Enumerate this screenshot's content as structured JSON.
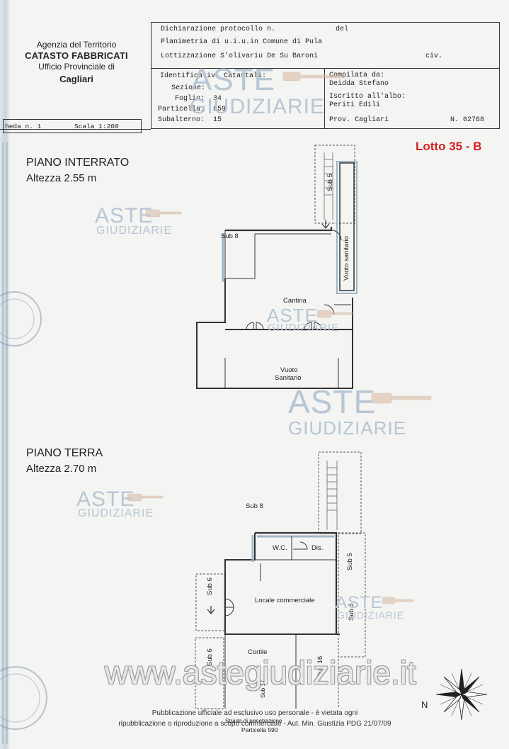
{
  "header": {
    "agency_line1": "Agenzia del Territorio",
    "agency_line2": "CATASTO FABBRICATI",
    "agency_line3": "Ufficio Provinciale di",
    "agency_line4": "Cagliari",
    "dichiarazione": "Dichiarazione protocollo n.",
    "del": "del",
    "planimetria": "Planimetria di u.i.u.in Comune di Pula",
    "lottizzazione": "Lottizzazione S'olivariu De Su Baroni",
    "civ": "civ.",
    "identificativi": "Identificativi Catastali:",
    "sezione": "Sezione:",
    "foglio_label": "Foglio:",
    "foglio_value": "34",
    "particella_label": "Particella:",
    "particella_value": "859",
    "subalterno_label": "Subalterno:",
    "subalterno_value": "15",
    "compilata_label": "Compilata da:",
    "compilata_value": "Deidda Stefano",
    "iscritto_label": "Iscritto all'albo:",
    "iscritto_value": "Periti Edili",
    "prov_label": "Prov. Cagliari",
    "numero": "N. 02768",
    "scheda": "heda n. 1",
    "scala": "Scala 1:200"
  },
  "lotto": "Lotto 35 - B",
  "piano_interrato": {
    "title": "PIANO INTERRATO",
    "altezza": "Altezza 2.55 m",
    "rooms": {
      "sub8": "Sub 8",
      "sub5": "Sub 5",
      "cantina": "Cantina",
      "vuoto_sanitario_v": "Vuoto sanitario",
      "vuoto_line1": "Vuoto",
      "vuoto_line2": "Sanitario"
    }
  },
  "piano_terra": {
    "title": "PIANO TERRA",
    "altezza": "Altezza 2.70 m",
    "rooms": {
      "sub8": "Sub 8",
      "wc": "W.C.",
      "dis": "Dis.",
      "sub5a": "Sub 5",
      "sub5b": "Sub 5",
      "sub6a": "Sub 6",
      "sub6b": "Sub 6",
      "locale": "Locale commerciale",
      "cortile": "Cortile",
      "sub16": "Sub 16",
      "sub17": "Sub 17",
      "strada": "Strada di penetrazione",
      "particella590": "Particella 590"
    }
  },
  "watermark": {
    "aste": "ASTE",
    "giudiziarie": "GIUDIZIARIE",
    "site": "www.astegiudiziarie.it"
  },
  "notice": {
    "line1": "Pubblicazione ufficiale ad esclusivo uso personale - è vietata ogni",
    "line2": "ripubblicazione o riproduzione a scopo commerciale - Aut. Min. Giustizia PDG 21/07/09"
  },
  "north_label": "N",
  "colors": {
    "lotto": "#d62020",
    "watermark": "#b7c6d4",
    "wall_fill": "#9fb6c8"
  }
}
